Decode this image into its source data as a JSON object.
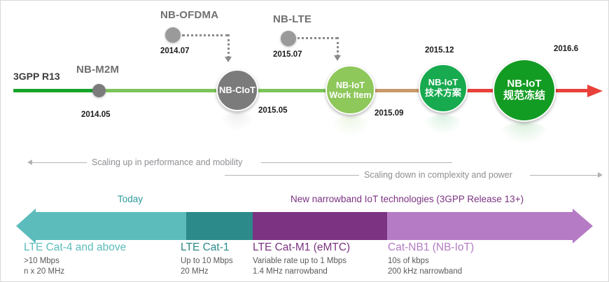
{
  "colors": {
    "dark_green": "#1e9c26",
    "line_green_dark": "#16a32a",
    "line_green_light": "#7cc45a",
    "line_tan": "#c89a6a",
    "line_red": "#e8413a",
    "grey_node": "#7b7b7b",
    "light_green_node": "#8ec75a",
    "green_node": "#17aa4f",
    "deep_green_node": "#139c23",
    "teal_light": "#5cbcbc",
    "teal_dark": "#2c8a8a",
    "purple_dark": "#7b3382",
    "purple_light": "#b57bc4",
    "rule_grey": "#b3b3b3",
    "text_grey": "#8e8e93"
  },
  "timeline": {
    "start_label": "3GPP R13",
    "nodes": [
      {
        "name": "NB-M2M",
        "date": "2014.05",
        "kind": "dot"
      },
      {
        "name": "NB-CIoT",
        "date": "2015.05",
        "kind": "circle"
      },
      {
        "name": "NB-IoT",
        "name2": "Work Item",
        "date": "2015.09",
        "kind": "circle"
      },
      {
        "name": "NB-IoT",
        "name2": "技术方案",
        "date": "2015.12",
        "kind": "circle"
      },
      {
        "name": "NB-IoT",
        "name2": "规范冻结",
        "date": "2016.6",
        "kind": "circle"
      }
    ],
    "callouts": [
      {
        "name": "NB-OFDMA",
        "date": "2014.07"
      },
      {
        "name": "NB-LTE",
        "date": "2015.07"
      }
    ]
  },
  "scaling": {
    "up": "Scaling up in performance and mobility",
    "down": "Scaling down in complexity and power"
  },
  "groups": [
    {
      "label": "Today",
      "color": "#2c9a9a"
    },
    {
      "label": "New narrowband IoT technologies (3GPP Release 13+)",
      "color": "#7b3382"
    }
  ],
  "technologies": [
    {
      "title": "LTE Cat-4 and above",
      "color": "#5cbcbc",
      "lines": [
        ">10 Mbps",
        "n x 20 MHz"
      ]
    },
    {
      "title": "LTE Cat-1",
      "color": "#2c8a8a",
      "lines": [
        "Up to 10 Mbps",
        "20 MHz"
      ]
    },
    {
      "title": "LTE Cat-M1 (eMTC)",
      "color": "#7b3382",
      "lines": [
        "Variable rate up to 1 Mbps",
        "1.4 MHz narrowband"
      ]
    },
    {
      "title": "Cat-NB1 (NB-IoT)",
      "color": "#b57bc4",
      "lines": [
        "10s of kbps",
        "200 kHz narrowband"
      ]
    }
  ]
}
